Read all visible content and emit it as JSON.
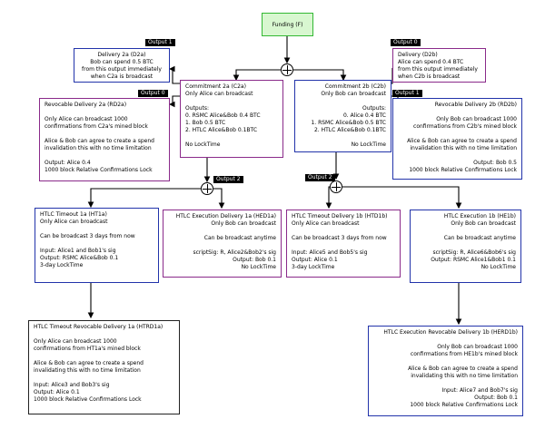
{
  "funding": {
    "title": "Funding (F)"
  },
  "output_labels": {
    "output1_left": "Output 1",
    "output0_left": "Output 0",
    "output0_right": "Output 0",
    "output1_right": "Output 1",
    "output2_left": "Output 2",
    "output2_right": "Output 2"
  },
  "d2a": {
    "lines": [
      "Delivery 2a (D2a)",
      "Bob can spend 0.5 BTC",
      "from this output immediately",
      "when C2a is broadcast"
    ]
  },
  "c2a": {
    "lines": [
      "Commitment 2a (C2a)",
      "Only Alice can broadcast",
      "",
      "Outputs:",
      "0. RSMC Alice&Bob 0.4 BTC",
      "1. Bob 0.5 BTC",
      "2. HTLC Alice&Bob 0.1BTC",
      "",
      "No LockTime"
    ]
  },
  "c2b": {
    "lines": [
      "Commitment 2b (C2b)",
      "Only Bob can broadcast",
      "",
      "Outputs:",
      "0. Alice 0.4 BTC",
      "1. RSMC Alice&Bob 0.5 BTC",
      "2. HTLC Alice&Bob 0.1BTC",
      "",
      "No LockTime"
    ]
  },
  "d2b": {
    "lines": [
      "Delivery (D2b)",
      "Alice can spend 0.4 BTC",
      "from this output immediately",
      "when C2b is broadcast"
    ]
  },
  "rd2a": {
    "lines": [
      "Revocable Delivery 2a (RD2a)",
      "",
      "Only Alice can broadcast 1000",
      "confirmations from C2a's mined block",
      "",
      "Alice & Bob can agree to create a spend",
      "invalidation this with no time limitation",
      "",
      "Output: Alice 0.4",
      "1000 block Relative Confirmations Lock"
    ]
  },
  "rd2b": {
    "lines": [
      "Revocable Delivery 2b (RD2b)",
      "",
      "Only Bob can broadcast 1000",
      "confirmations from C2b's mined block",
      "",
      "Alice & Bob can agree to create a spend",
      "invalidation this with no time limitation",
      "",
      "Output: Bob 0.5",
      "1000 block Relative Confirmations Lock"
    ]
  },
  "ht1a": {
    "lines": [
      "HTLC Timeout 1a (HT1a)",
      "Only Alice can broadcast",
      "",
      "Can be broadcast 3 days from now",
      "",
      "Input: Alice1 and Bob1's sig",
      "Output: RSMC Alice&Bob 0.1",
      "3-day LockTime"
    ]
  },
  "hed1a": {
    "lines": [
      "HTLC Execution Delivery 1a (HED1a)",
      "Only Bob can broadcast",
      "",
      "Can be broadcast anytime",
      "",
      "scriptSig: R, Alice2&Bob2's sig",
      "Output: Bob 0.1",
      "No LockTime"
    ]
  },
  "htd1b": {
    "lines": [
      "HTLC Timeout Delivery 1b (HTD1b)",
      "Only Alice can broadcast",
      "",
      "Can be broadcast 3 days from now",
      "",
      "Input: Alice5 and Bob5's sig",
      "Output: Alice 0.1",
      "3-day LockTime"
    ]
  },
  "he1b": {
    "lines": [
      "HTLC Execution 1b (HE1b)",
      "Only Bob can broadcast",
      "",
      "Can be broadcast anytime",
      "",
      "scriptSig: R, Alice6&Bob6's sig",
      "Output: RSMC Alice1&Bob1 0.1",
      "No LockTime"
    ]
  },
  "htrd1a": {
    "lines": [
      "HTLC Timeout Revocable Delivery 1a (HTRD1a)",
      "",
      "Only Alice can broadcast 1000",
      "confirmations from HT1a's mined block",
      "",
      "Alice & Bob can agree to create a spend",
      "invalidating this with no time limitation",
      "",
      "Input: Alice3 and Bob3's sig",
      "Output: Alice 0.1",
      "1000 block Relative Confirmations Lock"
    ]
  },
  "herd1b": {
    "lines": [
      "HTLC Execution Revocable Delivery 1b (HERD1b)",
      "",
      "Only Bob can broadcast 1000",
      "confirmations from HE1b's mined block",
      "",
      "Alice & Bob can agree to create a spend",
      "invalidating this with no time limitation",
      "",
      "Input: Alice7 and Bob7's sig",
      "Output: Bob 0.1",
      "1000 block Relative Confirmations Lock"
    ]
  }
}
